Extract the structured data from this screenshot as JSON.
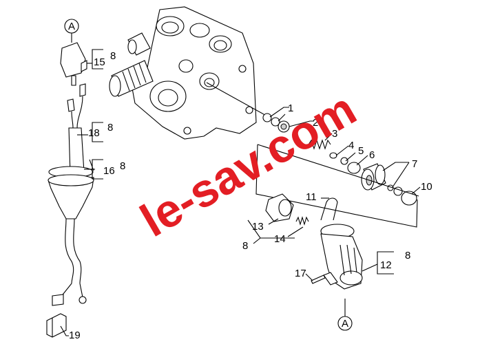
{
  "markers": {
    "top": "A",
    "bottom": "A"
  },
  "labels": {
    "p1": "1",
    "p2": "2",
    "p3": "3",
    "p4": "4",
    "p5": "5",
    "p6": "6",
    "p7": "7",
    "p10": "10",
    "p11": "11",
    "p12": "12",
    "p12_qty": "8",
    "p13": "13",
    "p14": "14",
    "p13_14_qty": "8",
    "p15": "15",
    "p15_qty": "8",
    "p16": "16",
    "p16_qty": "8",
    "p17": "17",
    "p18": "18",
    "p18_qty": "8",
    "p19": "19"
  },
  "watermark": {
    "text": "le-sav.com",
    "color": "#e31e24"
  }
}
